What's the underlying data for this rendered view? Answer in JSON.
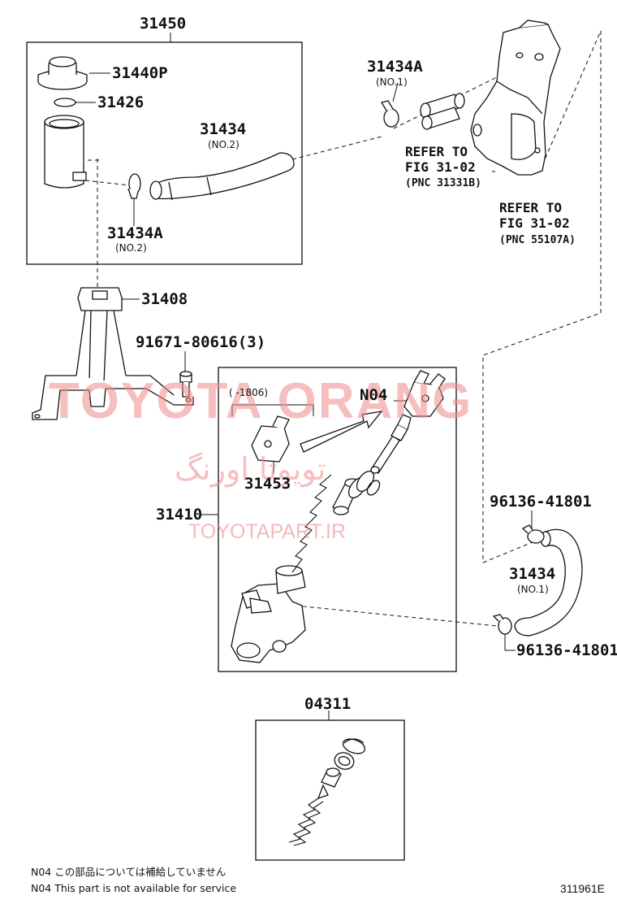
{
  "parts": {
    "p31450": "31450",
    "p31440p": "31440P",
    "p31426": "31426",
    "p31434_no2": "31434",
    "p31434_no2_sub": "(NO.2)",
    "p31434a_no2": "31434A",
    "p31434a_no2_sub": "(NO.2)",
    "p31434a_no1": "31434A",
    "p31434a_no1_sub": "(NO.1)",
    "p31408": "31408",
    "p91671": "91671-80616(3)",
    "pN04": "N04",
    "pRange": "(     -1806)",
    "p31453": "31453",
    "p31410": "31410",
    "p96136_top": "96136-41801",
    "p31434_no1": "31434",
    "p31434_no1_sub": "(NO.1)",
    "p96136_bottom": "96136-41801",
    "p04311": "04311"
  },
  "references": {
    "ref1_line1": "REFER TO",
    "ref1_line2": "FIG 31-02",
    "ref1_line3": "(PNC 31331B)",
    "ref2_line1": "REFER TO",
    "ref2_line2": "FIG 31-02",
    "ref2_line3": "(PNC 55107A)"
  },
  "watermark": {
    "brand": "TOYOTA ORANG",
    "persian": "تويوتا اورنگ",
    "url": "TOYOTAPART.IR"
  },
  "notes": {
    "jp": "N04 この部品については補給していません",
    "en": "N04 This part is not available for service"
  },
  "diagram_code": "311961E",
  "colors": {
    "line": "#111111",
    "watermark": "#f08c8c"
  }
}
